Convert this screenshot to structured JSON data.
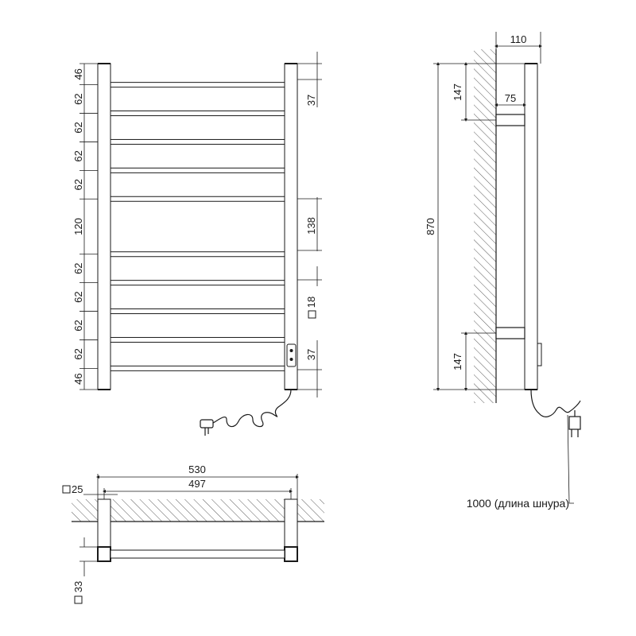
{
  "front_view": {
    "left_dims": [
      "46",
      "62",
      "62",
      "62",
      "62",
      "120",
      "62",
      "62",
      "62",
      "62",
      "46"
    ],
    "right_dims": [
      "37",
      "138",
      "37"
    ],
    "profile_label": "18"
  },
  "side_view": {
    "depth": "110",
    "bracket_offset": "75",
    "top_bracket": "147",
    "bottom_bracket": "147",
    "height": "870",
    "cord_label": "1000 (длина шнура)"
  },
  "top_view": {
    "overall_width": "530",
    "center_distance": "497",
    "bar_profile": "25",
    "post_profile": "33"
  }
}
